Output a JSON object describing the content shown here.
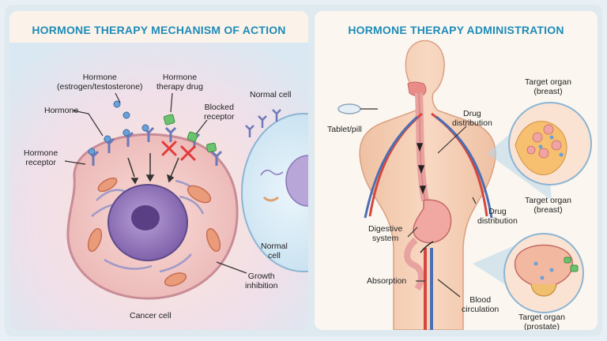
{
  "left": {
    "title": "HORMONE THERAPY MECHANISM OF ACTION",
    "labels": {
      "hormone_type_l1": "Hormone",
      "hormone_type_l2": "(estrogen/testosterone)",
      "hormone": "Hormone",
      "drug_l1": "Hormone",
      "drug_l2": "therapy drug",
      "blocked_l1": "Blocked",
      "blocked_l2": "receptor",
      "receptor_l1": "Hormone",
      "receptor_l2": "receptor",
      "normal_cell_top": "Normal cell",
      "normal_cell_l1": "Normal",
      "normal_cell_l2": "cell",
      "growth_l1": "Growth",
      "growth_l2": "inhibition",
      "cancer_cell": "Cancer cell"
    }
  },
  "right": {
    "title": "HORMONE THERAPY ADMINISTRATION",
    "labels": {
      "tablet": "Tablet/pill",
      "drug_dist_top_l1": "Drug",
      "drug_dist_top_l2": "distribution",
      "drug_dist_mid_l1": "Drug",
      "drug_dist_mid_l2": "distribution",
      "target_breast_top_l1": "Target organ",
      "target_breast_top_l2": "(breast)",
      "target_breast_bottom_l1": "Target organ",
      "target_breast_bottom_l2": "(breast)",
      "digestive_l1": "Digestive",
      "digestive_l2": "system",
      "absorption": "Absorption",
      "blood_l1": "Blood",
      "blood_l2": "circulation",
      "target_prostate_l1": "Target organ",
      "target_prostate_l2": "(prostate)"
    }
  },
  "colors": {
    "title": "#1f8bb8",
    "cell_fill": "#f6c9c5",
    "nucleus": "#8a6bb0",
    "receptor": "#6d78b8",
    "hormone": "#6aa0d8",
    "drug": "#6cc36f",
    "block": "#e23a3a",
    "skin": "#f6d2b9",
    "artery": "#d6463f",
    "vein": "#4c6fb3"
  }
}
